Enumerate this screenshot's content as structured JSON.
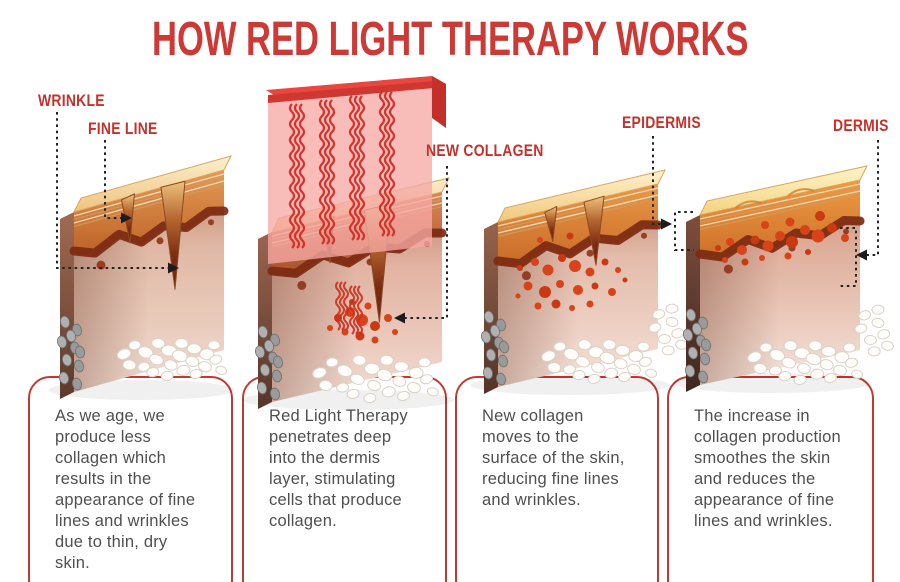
{
  "title": "HOW RED LIGHT THERAPY WORKS",
  "labels": {
    "wrinkle": "WRINKLE",
    "fine_line": "FINE LINE",
    "new_collagen": "NEW COLLAGEN",
    "epidermis": "EPIDERMIS",
    "dermis": "DERMIS"
  },
  "steps": [
    {
      "text": "As we age, we produce less collagen which results in the appearance of fine lines and wrinkles due to thin, dry skin."
    },
    {
      "text": "Red Light Therapy penetrates deep into the dermis layer, stimulating cells that produce collagen."
    },
    {
      "text": "New collagen moves to the surface of the skin, reducing fine lines and wrinkles."
    },
    {
      "text": "The increase in collagen production smoothes the skin and reduces the appearance of fine lines and wrinkles."
    }
  ],
  "colors": {
    "accent_red": "#cd3a35",
    "label_red": "#c5322c",
    "border_red": "#bf3a33",
    "body_text_gray": "#4f4f4f",
    "device_red": "#e8473f",
    "light_pink": "#f6a9a5",
    "collagen_dot": "#d8431a",
    "pointer_black": "#232323"
  }
}
